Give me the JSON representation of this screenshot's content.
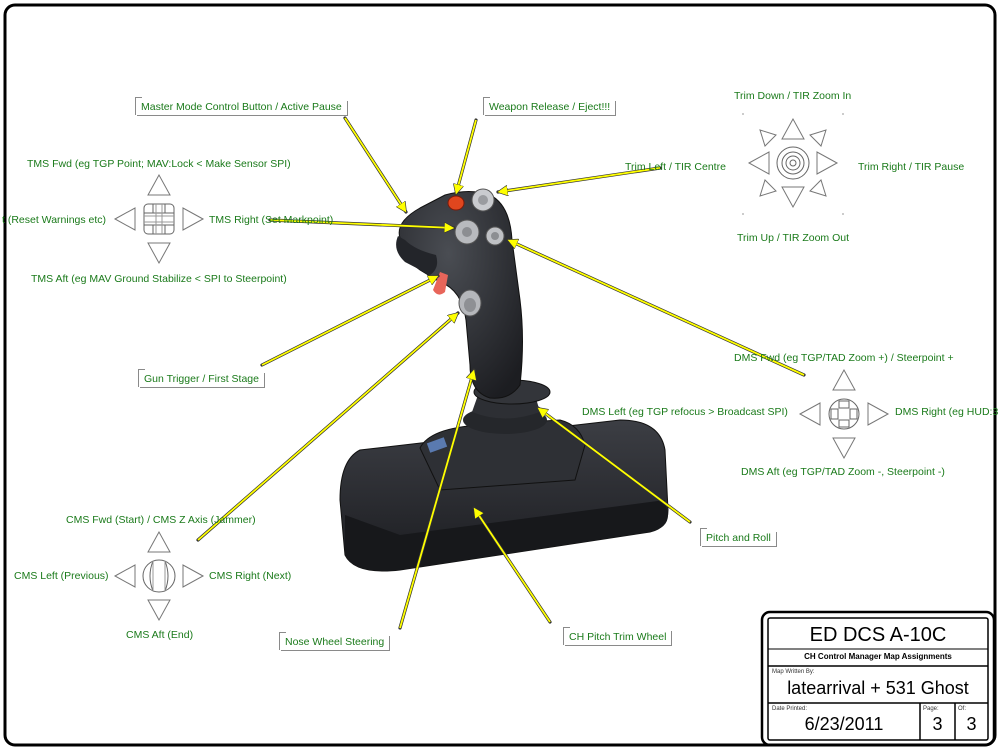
{
  "labels": {
    "master_mode": "Master Mode Control Button / Active Pause",
    "weapon_release": "Weapon Release  / Eject!!!",
    "trim_down": "Trim Down / TIR Zoom In",
    "trim_left": "Trim Left / TIR Centre",
    "trim_right": "Trim Right / TIR Pause",
    "trim_up": "Trim Up / TIR Zoom Out",
    "tms_fwd": "TMS Fwd (eg TGP Point; MAV:Lock < Make Sensor SPI)",
    "tms_left": "t (Reset Warnings etc)",
    "tms_right": "TMS Right (Set Markpoint)",
    "tms_aft": "TMS Aft (eg MAV Ground Stabilize < SPI to Steerpoint)",
    "gun_trigger": "Gun Trigger / First Stage",
    "dms_fwd": "DMS Fwd (eg TGP/TAD Zoom +) / Steerpoint +",
    "dms_left": "DMS Left (eg TGP refocus  > Broadcast SPI)",
    "dms_right": "DMS Right (eg HUD:3",
    "dms_aft": "DMS Aft (eg TGP/TAD Zoom -, Steerpoint -)",
    "pitch_roll": "Pitch and Roll",
    "cms_fwd": "CMS Fwd (Start) / CMS Z Axis (Jammer)",
    "cms_left": "CMS Left (Previous)",
    "cms_right": "CMS Right (Next)",
    "cms_aft": "CMS Aft (End)",
    "nose_wheel": "Nose Wheel Steering",
    "ch_pitch_trim": "CH Pitch Trim Wheel"
  },
  "title_block": {
    "title": "ED DCS A-10C",
    "subtitle": "CH Control Manager Map Assignments",
    "map_written_by_label": "Map Written By:",
    "authors": "latearrival + 531 Ghost",
    "date_printed_label": "Date Printed:",
    "date": "6/23/2011",
    "page_label": "Page:",
    "page": "3",
    "of_label": "Of:",
    "of": "3"
  },
  "colors": {
    "label_text": "#1a7a1a",
    "arrow": "#ffff00",
    "joystick": "#2b2d31"
  },
  "icons": [
    "hat-switch-icon",
    "joystick-image"
  ]
}
